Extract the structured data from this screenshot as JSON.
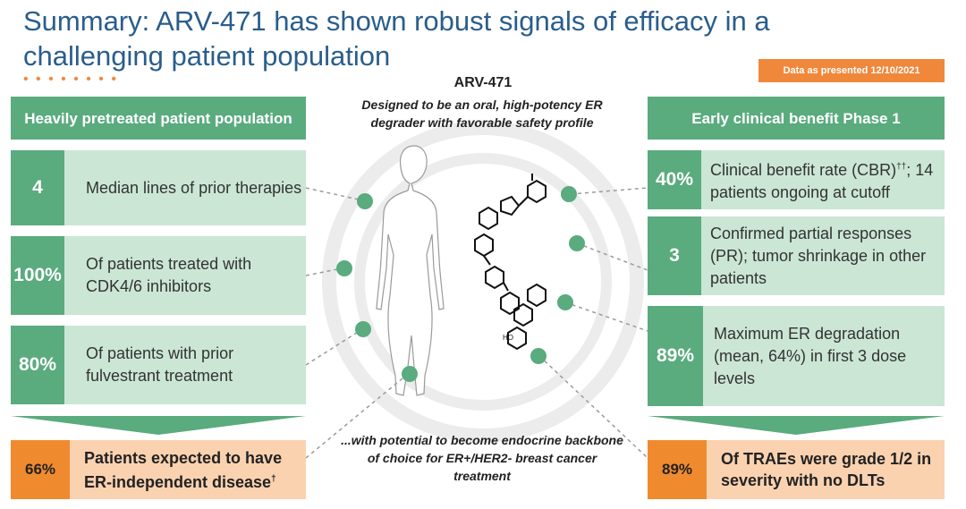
{
  "title": "Summary: ARV-471 has shown robust signals of efficacy in a challenging patient population",
  "date_badge": "Data as presented 12/10/2021",
  "left": {
    "header": "Heavily pretreated patient population",
    "stats": [
      {
        "value": "4",
        "text": "Median lines of prior therapies"
      },
      {
        "value": "100%",
        "text": "Of patients treated with CDK4/6 inhibitors"
      },
      {
        "value": "80%",
        "text": "Of patients with prior fulvestrant treatment"
      }
    ],
    "bottom": {
      "value": "66%",
      "text": "Patients expected to have ER-independent disease",
      "footnote": "†"
    }
  },
  "right": {
    "header": "Early clinical benefit Phase 1",
    "stats": [
      {
        "value": "40%",
        "text": "Clinical benefit rate (CBR)",
        "footnote": "††",
        "text2": "; 14 patients ongoing at cutoff"
      },
      {
        "value": "3",
        "text": "Confirmed partial responses (PR); tumor shrinkage in other patients"
      },
      {
        "value": "89%",
        "text": "Maximum ER degradation (mean, 64%) in first 3 dose levels"
      }
    ],
    "bottom": {
      "value": "89%",
      "text": "Of TRAEs were grade 1/2 in severity with no DLTs"
    }
  },
  "center": {
    "title": "ARV-471",
    "subtitle": "Designed to be an oral, high-potency ER degrader with favorable safety profile",
    "bottom": "...with potential to become endocrine backbone of choice for ER+/HER2- breast cancer treatment",
    "molecule_label": "HO"
  },
  "colors": {
    "green": "#5aab7e",
    "light_green": "#cbe6d5",
    "orange": "#f08a2e",
    "light_orange": "#fbd2b0",
    "title_blue": "#2a5d8c"
  }
}
